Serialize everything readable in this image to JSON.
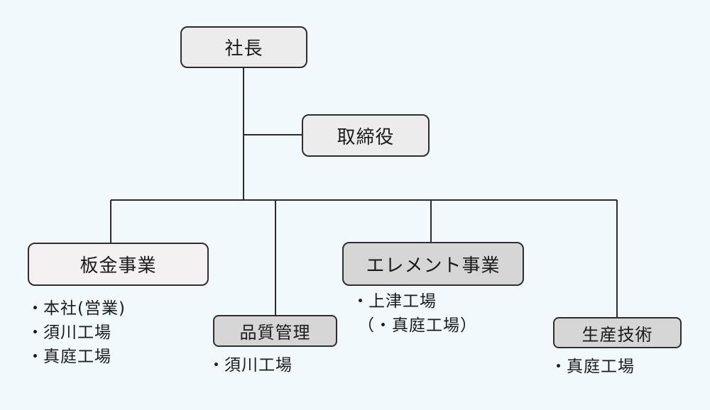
{
  "diagram": {
    "president": "社長",
    "directors": "取締役",
    "divisions": [
      {
        "label": "板金事業",
        "items": [
          "本社(営業)",
          "須川工場",
          "真庭工場"
        ]
      },
      {
        "label": "品質管理",
        "items": [
          "須川工場"
        ]
      },
      {
        "label": "エレメント事業",
        "items": [
          "上津工場",
          "（・真庭工場）"
        ]
      },
      {
        "label": "生産技術",
        "items": [
          "真庭工場"
        ]
      }
    ]
  },
  "colors": {
    "background": "#f1f9fd",
    "box_fill": "#ececec",
    "box_fill_light": "#f4f1f2",
    "box_fill_dark": "#d6d6d6",
    "border": "#2e2e2e"
  }
}
